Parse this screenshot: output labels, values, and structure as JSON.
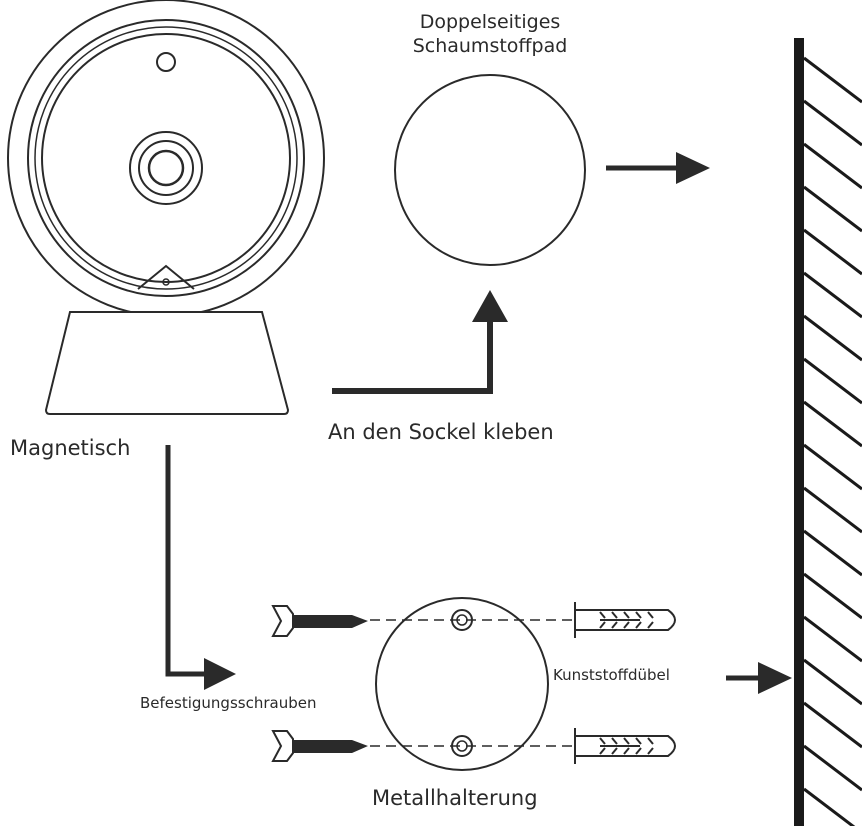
{
  "labels": {
    "pad_line1": "Doppelseitiges",
    "pad_line2": "Schaumstoffpad",
    "glue": "An den Sockel kleben",
    "magnet_stand": "Magnetisch",
    "screws": "Befestigungsschrauben",
    "anchors": "Kunststoffdübel",
    "bracket": "Metallhalterung"
  },
  "colors": {
    "line": "#2a2a2a",
    "wall": "#1a1a1a"
  }
}
